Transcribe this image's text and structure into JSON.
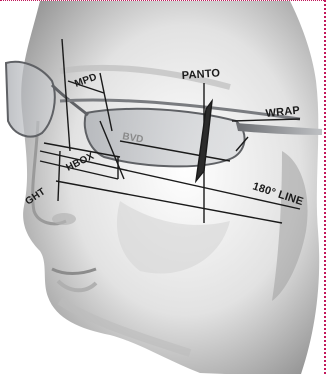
{
  "diagram": {
    "labels": {
      "mpd": "MPD",
      "panto": "PANTO",
      "wrap": "WRAP",
      "bvd": "BVD",
      "hbox": "HBOX",
      "height": "GHT",
      "line_180": "180° LINE"
    },
    "colors": {
      "frame_border": "#c2185b",
      "skin_light": "#f2f2f2",
      "skin_shadow": "#9a9a9a",
      "lens_tint": "#b9bcc0",
      "line": "#1a1a1a"
    }
  }
}
